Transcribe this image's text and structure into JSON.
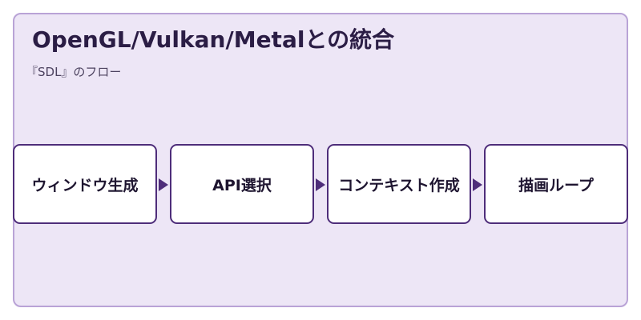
{
  "diagram": {
    "title": "OpenGL/Vulkan/Metalとの統合",
    "subtitle": "『SDL』のフロー",
    "nodes": [
      {
        "label": "ウィンドウ生成"
      },
      {
        "label": "API選択"
      },
      {
        "label": "コンテキスト作成"
      },
      {
        "label": "描画ループ"
      }
    ],
    "colors": {
      "background": "#ede6f6",
      "border": "#b9a3d6",
      "node_border": "#4e2d7a",
      "node_fill": "#ffffff",
      "arrow": "#4e2d7a"
    }
  }
}
